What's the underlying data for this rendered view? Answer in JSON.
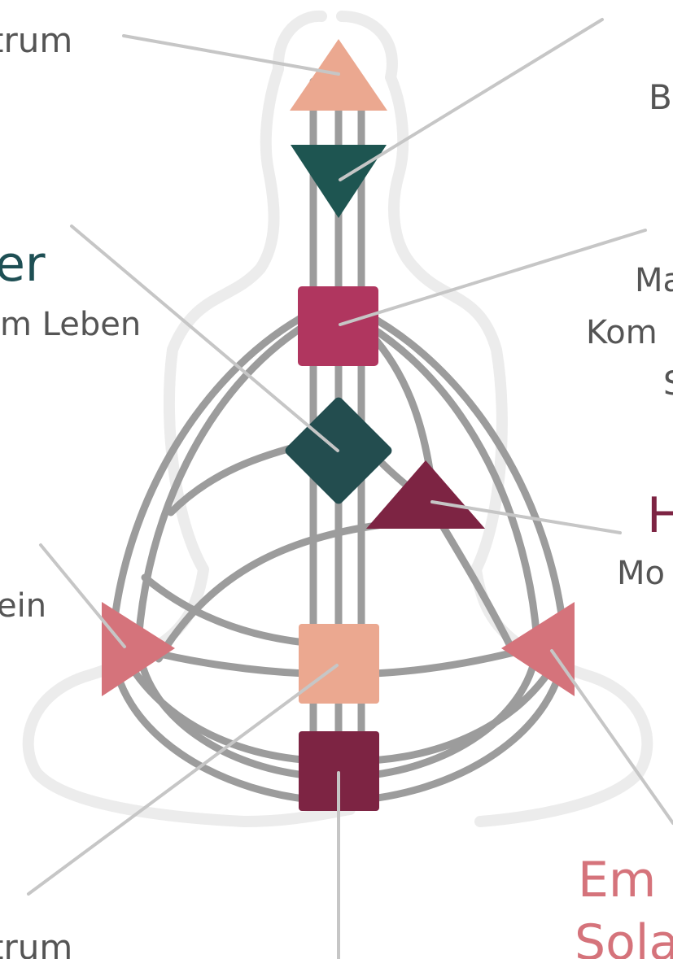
{
  "labels": {
    "top_left_partial": "trum",
    "top_right_partial": "B",
    "mid_left_title": "er",
    "mid_left_sub": "m Leben",
    "throat_right_line1": "Ma",
    "throat_right_line2": "Kom",
    "throat_right_line3": "S",
    "heart_right_title": "H",
    "heart_right_sub": "Mo",
    "left_spleen_partial": "ein",
    "bottom_right_title": "Em",
    "bottom_right_sub": "Sola",
    "bottom_left_partial": "trum"
  },
  "colors": {
    "peach": "#eba890",
    "dark_teal": "#1e5551",
    "magenta": "#b0365f",
    "dark_red": "#7d2443",
    "pink": "#d5737b",
    "teal_text": "#1e4f54",
    "grey_channel": "#9c9c9c"
  }
}
